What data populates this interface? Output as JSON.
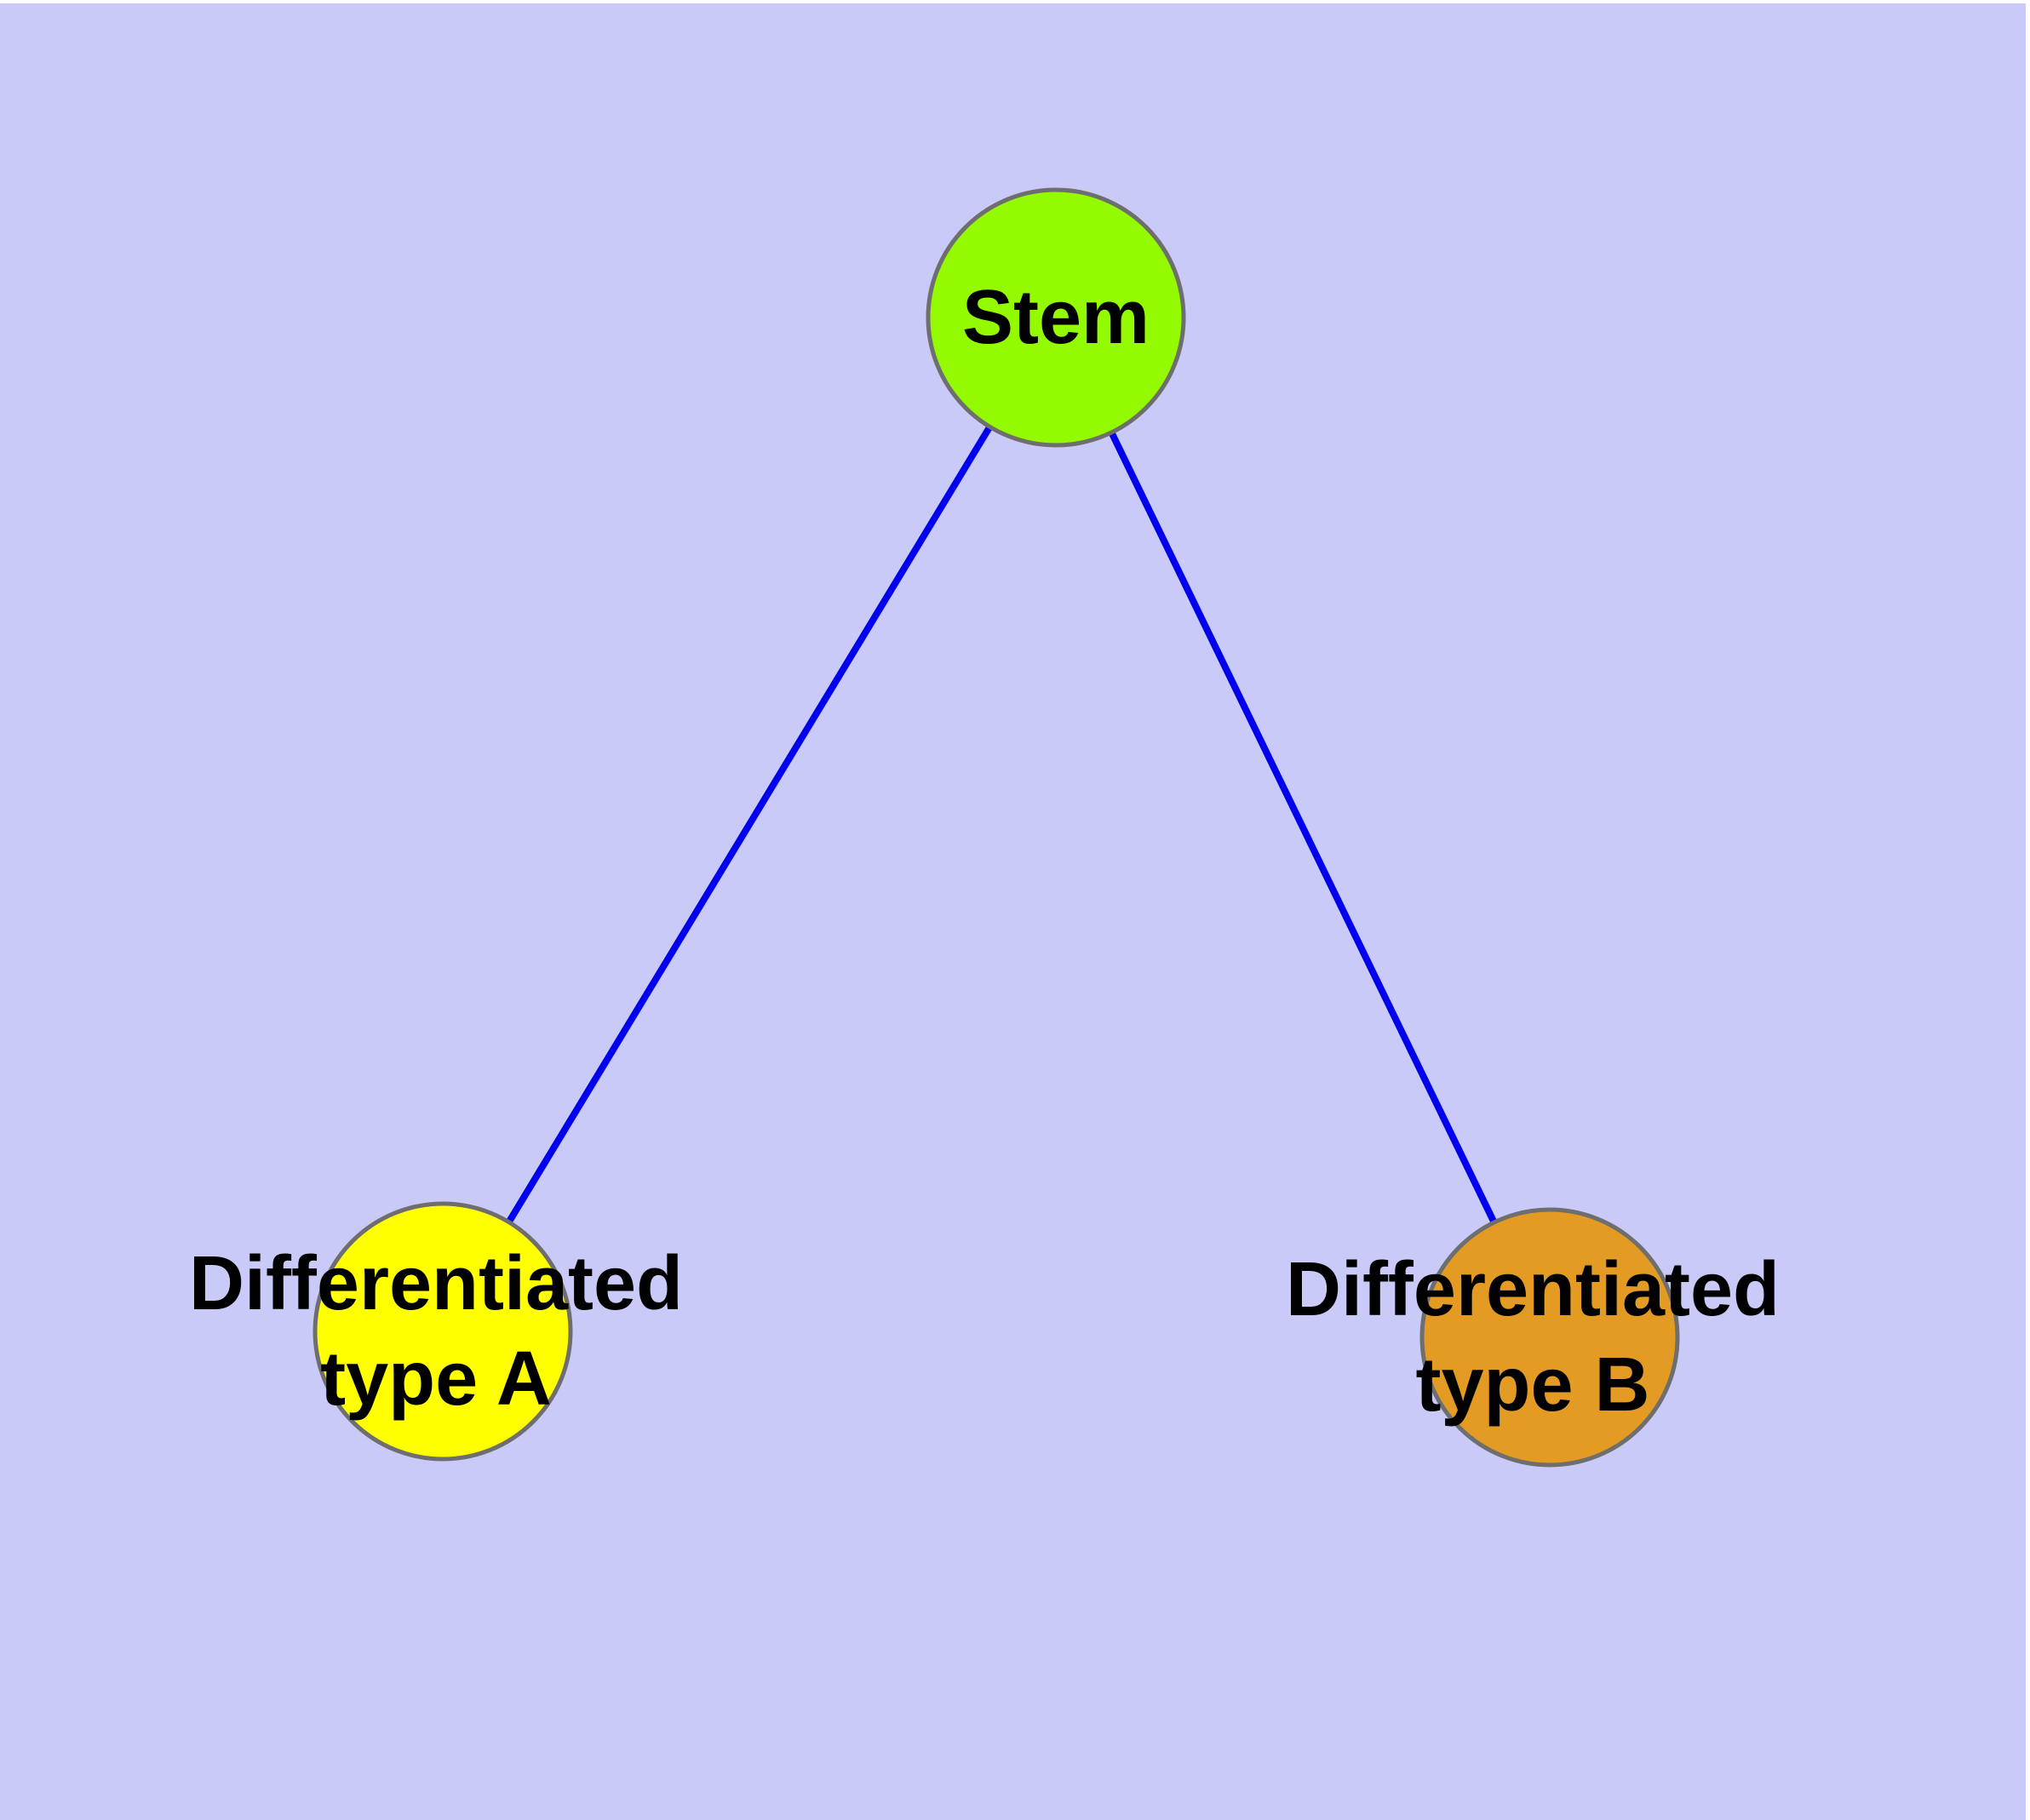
{
  "diagram": {
    "description": "Cell differentiation graph",
    "background_color": "#cacaf8",
    "page_margin_color": "#ffffff",
    "edge_color": "#0000ee",
    "node_border_color": "#6e6e6e",
    "text_color": "#000000",
    "nodes": [
      {
        "id": "stem",
        "label": "Stem",
        "lines": [
          "Stem"
        ],
        "fill": "#93fa00"
      },
      {
        "id": "differentiated-type-a",
        "label": "Differentiated type A",
        "lines": [
          "Differentiated",
          "type A"
        ],
        "fill": "#ffff00"
      },
      {
        "id": "differentiated-type-b",
        "label": "Differentiated type B",
        "lines": [
          "Differentiated",
          "type B"
        ],
        "fill": "#e49b23"
      }
    ],
    "edges": [
      {
        "from": "Stem",
        "to": "Differentiated type A"
      },
      {
        "from": "Stem",
        "to": "Differentiated type B"
      }
    ]
  }
}
